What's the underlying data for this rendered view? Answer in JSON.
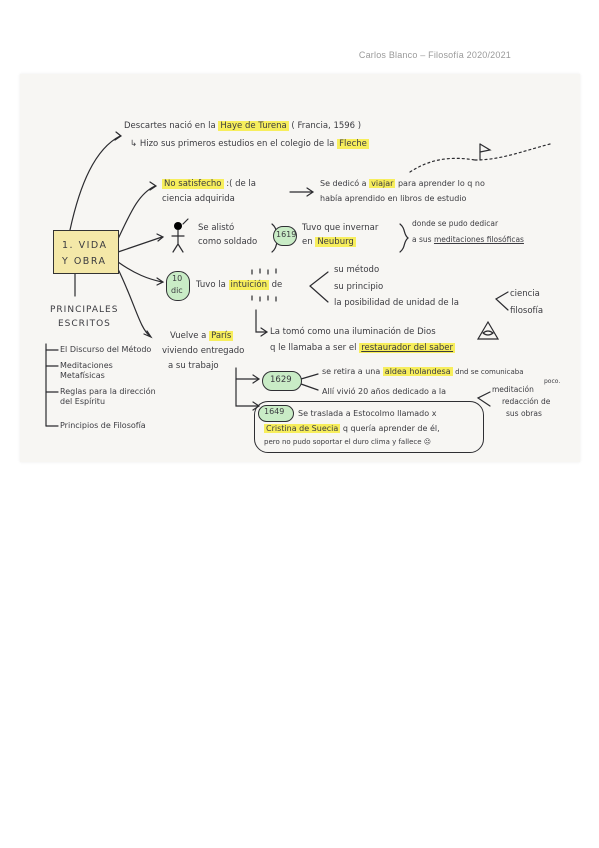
{
  "header": "Carlos Blanco – Filosofía 2020/2021",
  "main_node": {
    "line1": "1. VIDA",
    "line2": "Y OBRA"
  },
  "escritos_title": {
    "line1": "PRINCIPALES",
    "line2": "ESCRITOS"
  },
  "escritos_items": [
    "El Discurso del Método",
    "Meditaciones",
    "Metafísicas",
    "Reglas para la dirección",
    "del Espíritu",
    "Principios de Filosofía"
  ],
  "birth": {
    "prefix": "Descartes nació en la",
    "place": "Haye de Turena",
    "extra": "( Francia, 1596 )"
  },
  "studies": {
    "prefix": "↳ Hizo sus primeros estudios en el colegio de la",
    "place": "Fleche"
  },
  "satisfied": {
    "highlight": "No satisfecho",
    "rest": ":( de la",
    "line2": "ciencia adquirida"
  },
  "travel": {
    "prefix": "Se dedicó a",
    "highlight": "viajar",
    "rest": "para aprender lo q no",
    "line2": "había aprendido en libros de estudio"
  },
  "soldier": {
    "line1": "Se alistó",
    "line2": "como soldado"
  },
  "year_1619": "1619",
  "winter": {
    "line1": "Tuvo que invernar",
    "prefix2": "en",
    "place": "Neuburg"
  },
  "meditate": {
    "line1": "donde se pudo dedicar",
    "prefix2": "a sus",
    "underline": "meditaciones filosóficas"
  },
  "date_10dic": {
    "line1": "10",
    "line2": "dic"
  },
  "intuition": {
    "prefix": "Tuvo la",
    "highlight": "intuición",
    "rest": "de"
  },
  "intuition_items": [
    "su método",
    "su principio",
    "la posibilidad de unidad de la"
  ],
  "unity_items": [
    "ciencia",
    "filosofía"
  ],
  "illumination": {
    "line1": "La tomó como una iluminación de Dios",
    "prefix2": "q le llamaba a ser el",
    "highlight": "restaurador del saber"
  },
  "paris": {
    "prefix": "Vuelve a",
    "highlight": "París",
    "line2": "viviendo entregado",
    "line3": "a su trabajo"
  },
  "year_1629": "1629",
  "holland": {
    "prefix": "se retira a una",
    "highlight": "aldea holandesa",
    "rest": "dnd se comunicaba",
    "tiny": "poco."
  },
  "twenty_years": "Allí vivió 20 años dedicado a la",
  "dedication_items": [
    "meditación",
    "redacción de",
    "sus obras"
  ],
  "year_1649": "1649",
  "stockholm": {
    "line1": "Se traslada a Estocolmo llamado x",
    "highlight": "Cristina de Suecia",
    "rest1": "q quería aprender de él,",
    "line3": "pero no pudo soportar el duro clima y fallece ☹"
  },
  "colors": {
    "highlight": "#f7ee5c",
    "green": "#c9ecc6",
    "paper": "#f7f6f3",
    "ink": "#3b3b40"
  }
}
